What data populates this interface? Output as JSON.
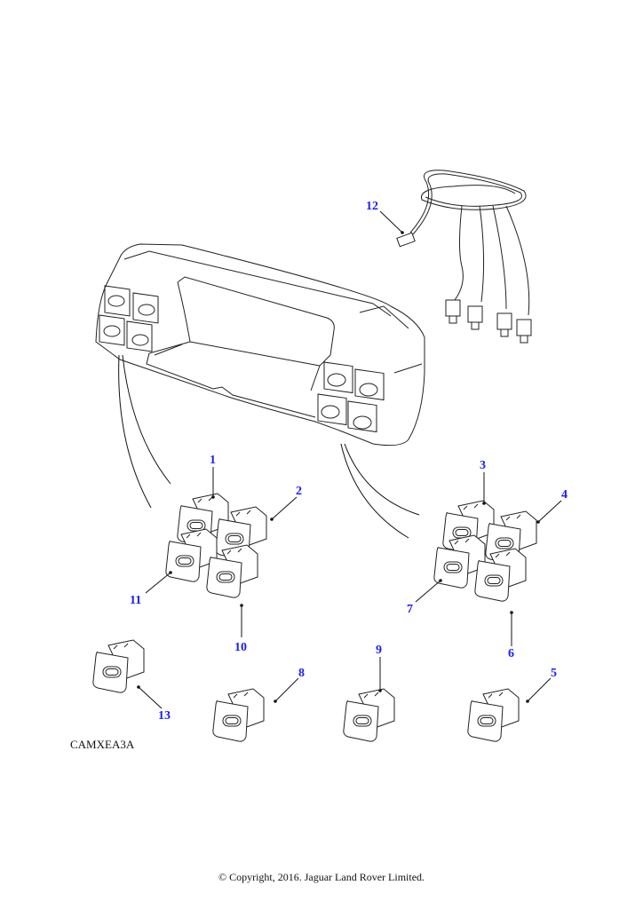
{
  "diagram": {
    "title": "Switch panel assembly parts diagram",
    "reference_code": "CAMXEA3A",
    "copyright": "© Copyright, 2016. Jaguar Land Rover Limited.",
    "accent_color": "#1a1aff",
    "callouts": [
      {
        "id": "1",
        "label": "1",
        "part": "switch (top-left, left cluster)"
      },
      {
        "id": "2",
        "label": "2",
        "part": "switch (top-right, left cluster)"
      },
      {
        "id": "3",
        "label": "3",
        "part": "switch (top-left, right cluster)"
      },
      {
        "id": "4",
        "label": "4",
        "part": "switch (top-right, right cluster)"
      },
      {
        "id": "5",
        "label": "5",
        "part": "individual switch"
      },
      {
        "id": "6",
        "label": "6",
        "part": "switch (bottom-right, right cluster)"
      },
      {
        "id": "7",
        "label": "7",
        "part": "switch (bottom-left, right cluster)"
      },
      {
        "id": "8",
        "label": "8",
        "part": "individual switch"
      },
      {
        "id": "9",
        "label": "9",
        "part": "individual switch"
      },
      {
        "id": "10",
        "label": "10",
        "part": "switch (bottom-right, left cluster)"
      },
      {
        "id": "11",
        "label": "11",
        "part": "switch (bottom-left, left cluster)"
      },
      {
        "id": "12",
        "label": "12",
        "part": "wiring harness"
      },
      {
        "id": "13",
        "label": "13",
        "part": "blank switch"
      }
    ]
  }
}
